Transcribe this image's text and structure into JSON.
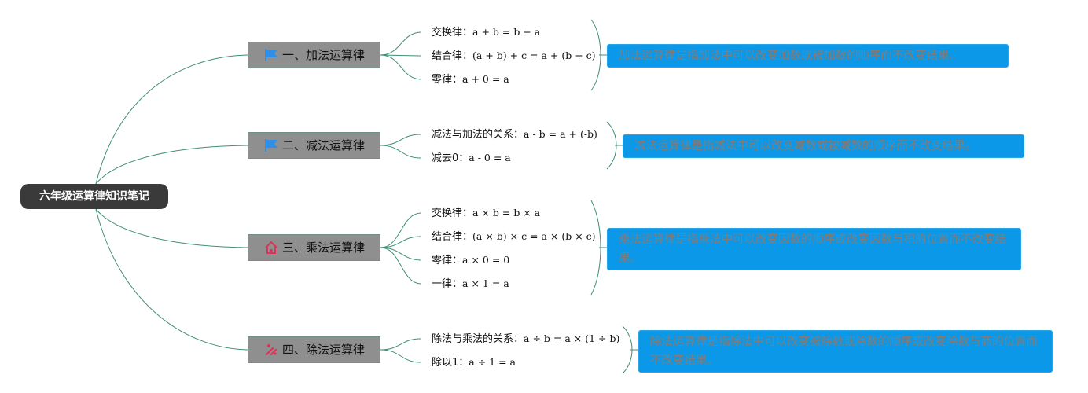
{
  "root": {
    "title": "六年级运算律知识笔记"
  },
  "branches": [
    {
      "title": "一、加法运算律",
      "icon": "flag-icon",
      "icon_color": "#2f8fe6",
      "leaves": [
        {
          "name": "交换律",
          "sep": "：",
          "formula": "a + b = b + a"
        },
        {
          "name": "结合律",
          "sep": "：",
          "formula": "(a + b) + c = a + (b + c)"
        },
        {
          "name": "零律",
          "sep": "：",
          "formula": "a + 0 = a"
        }
      ],
      "summary": "加法运算律是指加法中可以改变加数或被加数的顺序而不改变结果。"
    },
    {
      "title": "二、减法运算律",
      "icon": "flag-icon",
      "icon_color": "#2f8fe6",
      "leaves": [
        {
          "name": "减法与加法的关系",
          "sep": "：",
          "formula": "a - b = a + (-b)"
        },
        {
          "name": "减去0",
          "sep": "：",
          "formula": "a - 0 = a"
        }
      ],
      "summary": "减法运算律是指减法中可以改变减数或被减数的顺序而不改变结果。"
    },
    {
      "title": "三、乘法运算律",
      "icon": "home-icon",
      "icon_color": "#d6365a",
      "leaves": [
        {
          "name": "交换律",
          "sep": "：",
          "formula": "a × b = b × a"
        },
        {
          "name": "结合律",
          "sep": "：",
          "formula": "(a × b) × c = a × (b × c)"
        },
        {
          "name": "零律",
          "sep": "：",
          "formula": "a × 0 = 0"
        },
        {
          "name": "一律",
          "sep": "：",
          "formula": "a × 1 = a"
        }
      ],
      "summary": "乘法运算律是指乘法中可以改变因数的顺序或改变因数与积的位置而不改变结果。"
    },
    {
      "title": "四、除法运算律",
      "icon": "tools-icon",
      "icon_color": "#d6365a",
      "leaves": [
        {
          "name": "除法与乘法的关系",
          "sep": "：",
          "formula": "a ÷ b = a × (1 ÷ b)"
        },
        {
          "name": "除以1",
          "sep": "：",
          "formula": "a ÷ 1 = a"
        }
      ],
      "summary": "除法运算律是指除法中可以改变被除数或除数的顺序或改变除数与商的位置而不改变结果。"
    }
  ],
  "colors": {
    "connector": "#3f8f74",
    "root_fill": "#3a3a3a",
    "branch_fill": "#8f8f8f",
    "summary_fill": "#0b98e8",
    "summary_text": "#7e7e7e"
  }
}
